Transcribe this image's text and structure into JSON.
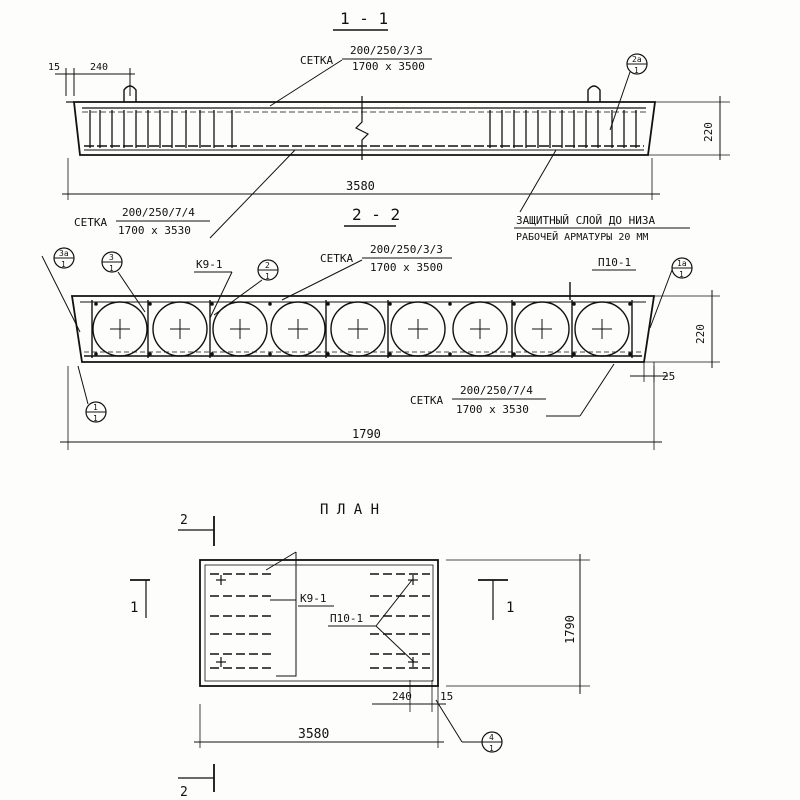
{
  "section_1_1": {
    "title": "1 - 1",
    "mesh_top_prefix": "СЕТКА",
    "mesh_top_num": "200/250/3/3",
    "mesh_top_den": "1700 x 3500",
    "dim_15": "15",
    "dim_240": "240",
    "dim_220": "220",
    "dim_3580": "3580",
    "callout_2a_top": "2а",
    "callout_2a_bottom": "1",
    "mesh_bottom_prefix": "СЕТКА",
    "mesh_bottom_num": "200/250/7/4",
    "mesh_bottom_den": "1700 x 3530",
    "cover_note_line1": "ЗАЩИТНЫЙ СЛОЙ ДО НИЗА",
    "cover_note_line2": "РАБОЧЕЙ АРМАТУРЫ 20 ММ"
  },
  "section_2_2": {
    "title": "2 - 2",
    "callout_3a_top": "3а",
    "callout_3a_bottom": "1",
    "callout_3_top": "3",
    "callout_3_bottom": "1",
    "label_k9": "К9-1",
    "callout_2_top": "2",
    "callout_2_bottom": "1",
    "mesh_top_prefix": "СЕТКА",
    "mesh_top_num": "200/250/3/3",
    "mesh_top_den": "1700 x 3500",
    "label_p10": "П10-1",
    "callout_1a_top": "1а",
    "callout_1a_bottom": "1",
    "callout_1_top": "1",
    "callout_1_bottom": "1",
    "mesh_bottom_prefix": "СЕТКА",
    "mesh_bottom_num": "200/250/7/4",
    "mesh_bottom_den": "1700 x 3530",
    "dim_220": "220",
    "dim_25": "25",
    "dim_1790": "1790"
  },
  "plan": {
    "title": "П Л А Н",
    "cut_2_top": "2",
    "cut_2_bottom": "2",
    "cut_1_left": "1",
    "cut_1_right": "1",
    "label_k9": "К9-1",
    "label_p10": "П10-1",
    "dim_1790": "1790",
    "dim_240": "240",
    "dim_15": "15",
    "dim_3580": "3580",
    "callout_4_top": "4",
    "callout_4_bottom": "1"
  }
}
